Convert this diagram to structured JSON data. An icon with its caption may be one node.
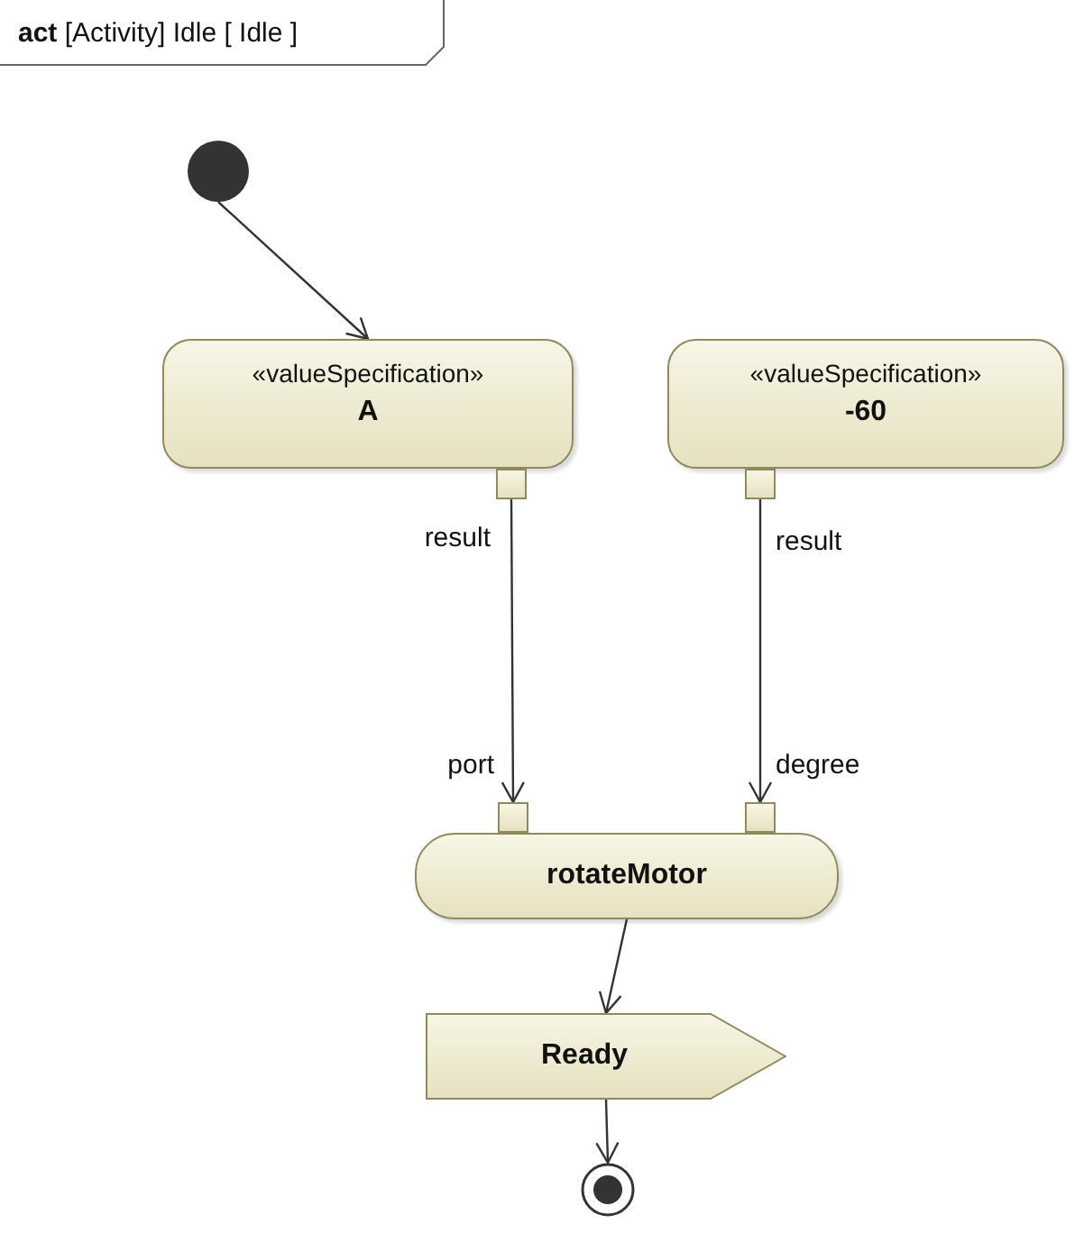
{
  "diagram": {
    "title": "act [Activity] Idle [ Idle ]",
    "nodes": [
      {
        "text": [],
        "shape": "circle"
      },
      {
        "text": [
          "«valueSpecification»",
          "A"
        ]
      },
      {
        "text": [
          "«valueSpecification»",
          "-60"
        ]
      },
      {
        "text": [],
        "shape": "box",
        "beside": [
          "result"
        ]
      },
      {
        "text": [],
        "shape": "box",
        "beside": [
          "result"
        ]
      },
      {
        "text": [
          "rotateMotor"
        ]
      },
      {
        "text": [],
        "shape": "box",
        "beside": [
          "port"
        ]
      },
      {
        "text": [],
        "shape": "box",
        "beside": [
          "degree"
        ]
      },
      {
        "text": [
          "Ready"
        ]
      },
      {
        "text": [],
        "shape": "circle"
      }
    ],
    "edges": [
      {
        "from": 0,
        "to": 1,
        "arrow": "to"
      },
      {
        "from": 3,
        "to": 6,
        "arrow": "to"
      },
      {
        "from": 4,
        "to": 7,
        "arrow": "to"
      },
      {
        "from": 5,
        "to": 8,
        "arrow": "to"
      },
      {
        "from": 8,
        "to": 9,
        "arrow": "to"
      }
    ]
  }
}
